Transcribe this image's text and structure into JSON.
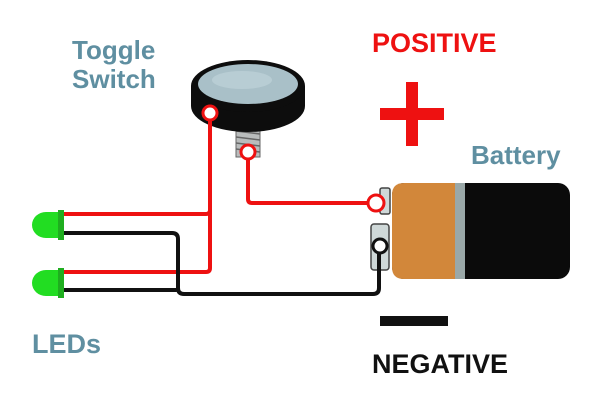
{
  "labels": {
    "toggle_switch_line1": "Toggle",
    "toggle_switch_line2": "Switch",
    "positive": "POSITIVE",
    "positive_symbol": "+",
    "battery": "Battery",
    "leds": "LEDs",
    "negative": "NEGATIVE",
    "negative_symbol": "−"
  },
  "colors": {
    "label_teal": "#5f8fa1",
    "positive_red": "#ee1111",
    "negative_black": "#111111",
    "wire_red": "#ee1111",
    "wire_black": "#111111",
    "led_green": "#22dd22",
    "battery_copper": "#d2873a",
    "battery_black": "#0b0b0b",
    "battery_band": "#9aa8a8",
    "switch_cap": "#a9c0c8"
  },
  "components": {
    "toggle_switch": {
      "icon": "toggle-switch-icon"
    },
    "battery": {
      "icon": "battery-icon",
      "terminals": [
        "positive",
        "negative"
      ]
    },
    "leds": {
      "count": 2,
      "icon": "led-icon",
      "color": "green"
    }
  }
}
